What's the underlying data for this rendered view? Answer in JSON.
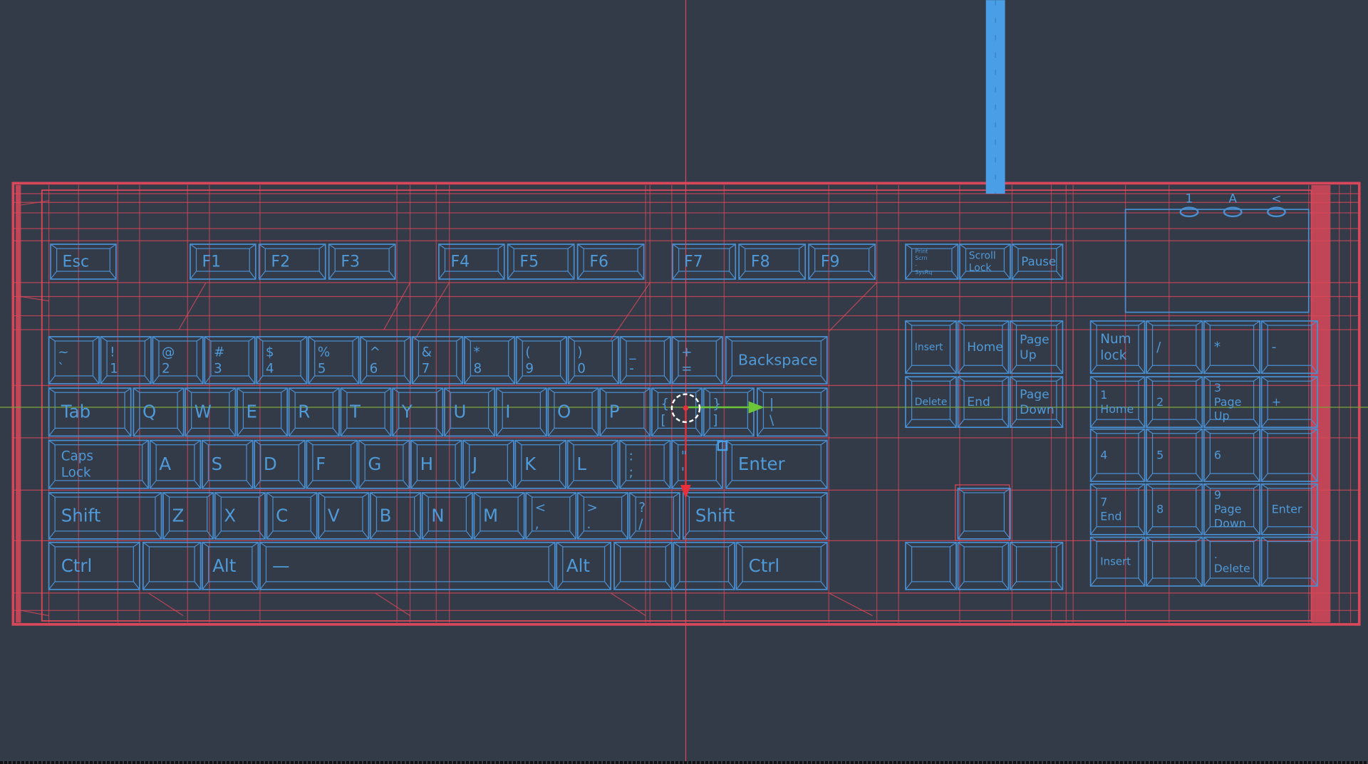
{
  "viewport": {
    "background": "#333a48",
    "wire_color_body": "#d8485a",
    "wire_color_keys": "#4a8fd0",
    "axis_x_color": "#d8485a",
    "axis_y_color": "#7ba33a",
    "selected_color": "#4a9ee6"
  },
  "leds": [
    "1",
    "A",
    "<"
  ],
  "function_row": [
    [
      "Esc"
    ],
    [
      "F1"
    ],
    [
      "F2"
    ],
    [
      "F3"
    ],
    [
      "F4"
    ],
    [
      "F5"
    ],
    [
      "F6"
    ],
    [
      "F7"
    ],
    [
      "F8"
    ],
    [
      "F9"
    ]
  ],
  "system_keys": [
    [
      "Print",
      "Scrn",
      "-",
      "SysRq"
    ],
    [
      "Scroll",
      "Lock"
    ],
    [
      "Pause"
    ]
  ],
  "number_row": [
    [
      "~",
      "`"
    ],
    [
      "!",
      "1"
    ],
    [
      "@",
      "2"
    ],
    [
      "#",
      "3"
    ],
    [
      "$",
      "4"
    ],
    [
      "%",
      "5"
    ],
    [
      "^",
      "6"
    ],
    [
      "&",
      "7"
    ],
    [
      "*",
      "8"
    ],
    [
      "(",
      "9"
    ],
    [
      ")",
      "0"
    ],
    [
      "_",
      "-"
    ],
    [
      "+",
      "="
    ],
    [
      "Backspace"
    ]
  ],
  "qwerty_row": [
    [
      "Tab"
    ],
    [
      "Q"
    ],
    [
      "W"
    ],
    [
      "E"
    ],
    [
      "R"
    ],
    [
      "T"
    ],
    [
      "Y"
    ],
    [
      "U"
    ],
    [
      "I"
    ],
    [
      "O"
    ],
    [
      "P"
    ],
    [
      "{",
      "["
    ],
    [
      "}",
      "]"
    ],
    [
      "|",
      "\\"
    ]
  ],
  "home_row": [
    [
      "Caps",
      "Lock"
    ],
    [
      "A"
    ],
    [
      "S"
    ],
    [
      "D"
    ],
    [
      "F"
    ],
    [
      "G"
    ],
    [
      "H"
    ],
    [
      "J"
    ],
    [
      "K"
    ],
    [
      "L"
    ],
    [
      ":",
      ";"
    ],
    [
      "\"",
      "'"
    ],
    [
      "Enter"
    ]
  ],
  "shift_row": [
    [
      "Shift"
    ],
    [
      "Z"
    ],
    [
      "X"
    ],
    [
      "C"
    ],
    [
      "V"
    ],
    [
      "B"
    ],
    [
      "N"
    ],
    [
      "M"
    ],
    [
      "<",
      ","
    ],
    [
      ">",
      "."
    ],
    [
      "?",
      "/"
    ],
    [
      "Shift"
    ]
  ],
  "bottom_row": [
    [
      "Ctrl"
    ],
    [
      ""
    ],
    [
      "Alt"
    ],
    [
      "—"
    ],
    [
      "Alt"
    ],
    [
      ""
    ],
    [
      ""
    ],
    [
      "Ctrl"
    ]
  ],
  "nav_keys": [
    [
      "Insert"
    ],
    [
      "Home"
    ],
    [
      "Page",
      "Up"
    ],
    [
      "Delete"
    ],
    [
      "End"
    ],
    [
      "Page",
      "Down"
    ]
  ],
  "arrow_keys": [
    [
      ""
    ],
    [
      ""
    ],
    [
      ""
    ],
    [
      ""
    ]
  ],
  "numpad": [
    [
      "Num",
      "lock"
    ],
    [
      "/"
    ],
    [
      "*"
    ],
    [
      "-"
    ],
    [
      "1",
      "Home"
    ],
    [
      "2"
    ],
    [
      "3",
      "Page",
      "Up"
    ],
    [
      "+"
    ],
    [
      "4"
    ],
    [
      "5"
    ],
    [
      "6"
    ],
    [
      ""
    ],
    [
      "7",
      "End"
    ],
    [
      "8"
    ],
    [
      "9",
      "Page",
      "Down"
    ],
    [
      "Enter"
    ],
    [
      "Insert"
    ],
    [
      ""
    ],
    [
      ".",
      "Delete"
    ],
    [
      ""
    ]
  ]
}
